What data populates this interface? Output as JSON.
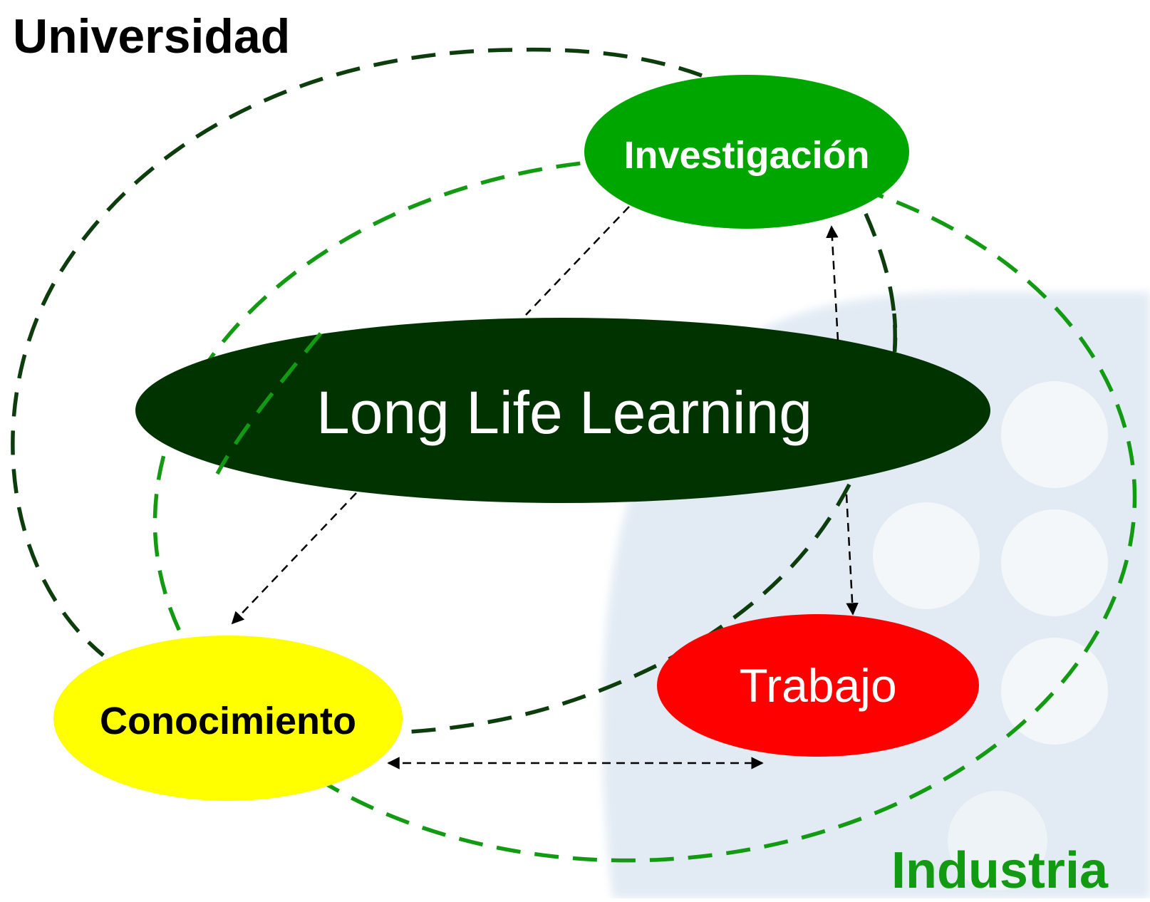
{
  "labels": {
    "university": "Universidad",
    "industry": "Industria",
    "center": "Long Life Learning",
    "research": "Investigación",
    "knowledge": "Conocimiento",
    "work": "Trabajo"
  },
  "colors": {
    "dark_green": "#003300",
    "university_dash": "#0d3d0d",
    "industry_green": "#139a13",
    "research_fill": "#00a600",
    "knowledge_fill": "#ffff00",
    "work_fill": "#ff0000",
    "background_watermark": "#dde8f2",
    "white": "#ffffff",
    "black": "#000000"
  },
  "connections": [
    {
      "from": "research",
      "to": "knowledge",
      "style": "dashed-arrow"
    },
    {
      "from": "center",
      "to": "research",
      "style": "dashed-arrow"
    },
    {
      "from": "center",
      "to": "work",
      "style": "dashed-arrow"
    },
    {
      "from": "knowledge",
      "to": "work",
      "style": "dashed-double-arrow"
    }
  ]
}
